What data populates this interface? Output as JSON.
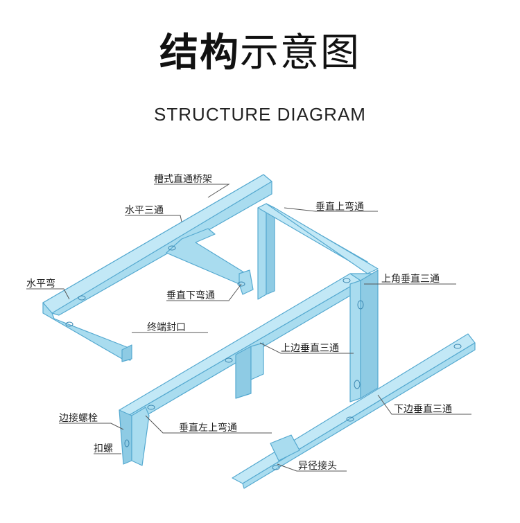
{
  "title": {
    "bold": "结构",
    "light": "示意图"
  },
  "subtitle": "STRUCTURE DIAGRAM",
  "labels": {
    "straight_tray": "槽式直通桥架",
    "horizontal_tee": "水平三通",
    "vertical_up_elbow": "垂直上弯通",
    "horizontal_elbow": "水平弯",
    "vertical_down_elbow": "垂直下弯通",
    "upper_corner_vertical_tee": "上角垂直三通",
    "end_cap": "终端封口",
    "upper_side_vertical_tee": "上边垂直三通",
    "edge_bolt": "边接螺栓",
    "vertical_left_up_elbow": "垂直左上弯通",
    "lower_side_vertical_tee": "下边垂直三通",
    "buckle_nut": "扣螺",
    "reducer_joint": "异径接头"
  },
  "colors": {
    "tray_face": "#a9dcef",
    "tray_side": "#8ecbe4",
    "tray_edge": "#55a9d0",
    "leader": "#555555"
  }
}
